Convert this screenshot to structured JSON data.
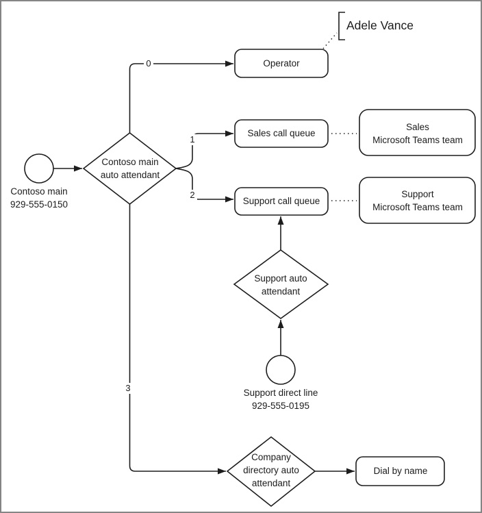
{
  "canvas": {
    "background": "#ffffff",
    "frame_color": "#858585",
    "line_color": "#1d1d1d"
  },
  "nodes": {
    "contoso_entry": {
      "line1": "Contoso main",
      "line2": "929-555-0150"
    },
    "main_auto_attendant": {
      "line1": "Contoso main",
      "line2": "auto attendant"
    },
    "operator": {
      "label": "Operator"
    },
    "adele_vance": {
      "label": "Adele Vance"
    },
    "sales_call_queue": {
      "label": "Sales call queue"
    },
    "sales_team": {
      "line1": "Sales",
      "line2": "Microsoft Teams team"
    },
    "support_call_queue": {
      "label": "Support call queue"
    },
    "support_team": {
      "line1": "Support",
      "line2": "Microsoft Teams team"
    },
    "support_auto_attendant": {
      "line1": "Support auto",
      "line2": "attendant"
    },
    "support_entry": {
      "line1": "Support direct line",
      "line2": "929-555-0195"
    },
    "company_directory_auto_attendant": {
      "line1": "Company",
      "line2": "directory auto",
      "line3": "attendant"
    },
    "dial_by_name": {
      "label": "Dial by name"
    }
  },
  "branch_labels": {
    "to_operator": "0",
    "to_sales": "1",
    "to_support": "2",
    "to_company_directory": "3"
  }
}
